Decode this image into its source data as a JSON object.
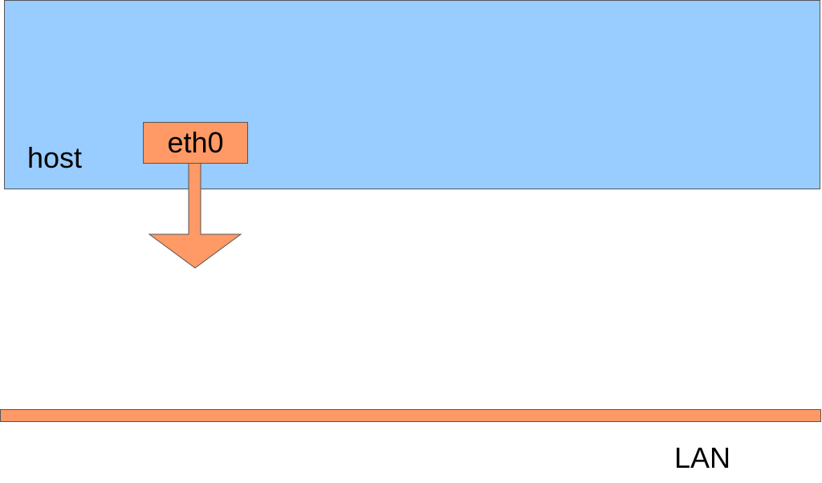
{
  "host": {
    "label": "host",
    "color": "#99ccff"
  },
  "interface": {
    "label": "eth0",
    "color": "#ff9966"
  },
  "network": {
    "label": "LAN",
    "color": "#ff9966"
  }
}
